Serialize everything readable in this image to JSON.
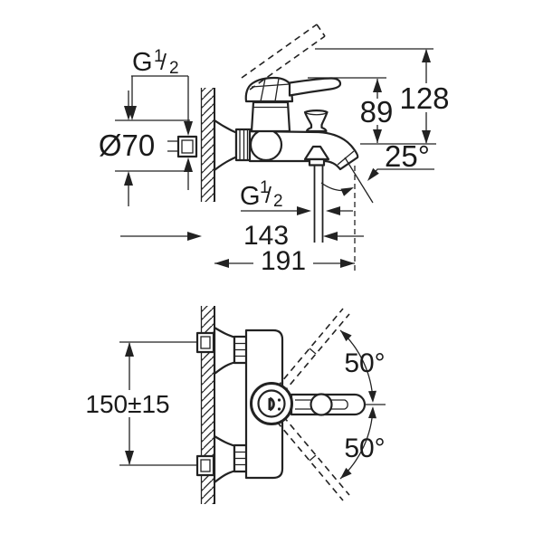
{
  "drawing": {
    "title": "bath-shower mixer installation dimension drawing",
    "background": "#ffffff",
    "line_color": "#222222",
    "text_color": "#1a1a1a"
  },
  "top_view": {
    "wall_thread": {
      "letter": "G",
      "numerator": "1",
      "slash": "/",
      "denominator": "2"
    },
    "escutcheon_diameter": "Ø70",
    "lever_height": "89",
    "lever_raised_height": "128",
    "spout_angle": "25°",
    "spout_thread": {
      "letter": "G",
      "numerator": "1",
      "slash": "/",
      "denominator": "2"
    },
    "spout_reach": "143",
    "overall_depth": "191"
  },
  "front_view": {
    "inlet_spacing": "150±15",
    "lever_swing_upper": "50°",
    "lever_swing_lower": "50°"
  }
}
